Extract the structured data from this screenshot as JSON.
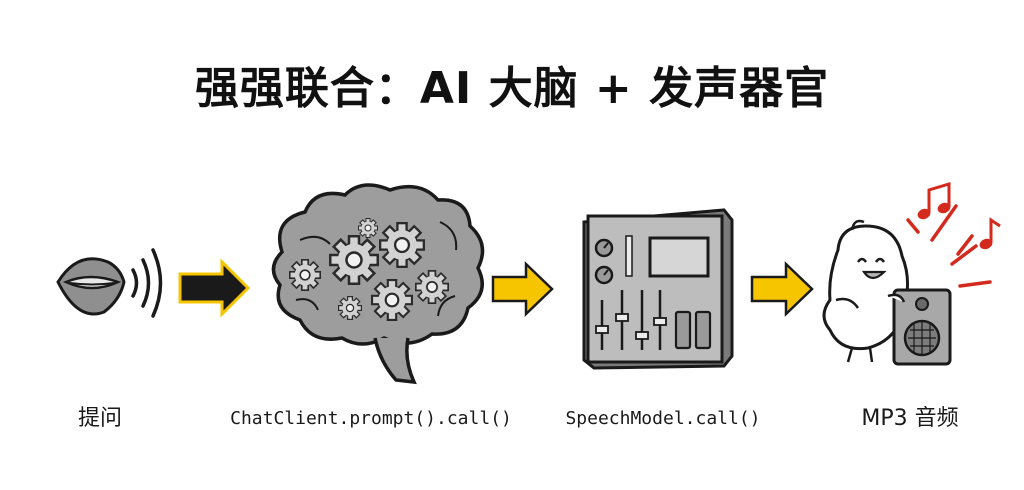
{
  "title": "强强联合：AI 大脑 + 发声器官",
  "steps": [
    {
      "label": "提问",
      "icon": "mouth-sound-icon"
    },
    {
      "label": "ChatClient.prompt().call()",
      "icon": "brain-gears-icon"
    },
    {
      "label": "SpeechModel.call()",
      "icon": "audio-mixer-icon"
    },
    {
      "label": "MP3 音频",
      "icon": "singing-bird-speaker-icon"
    }
  ],
  "colors": {
    "arrow_fill": "#f6c500",
    "arrow_shadow": "#1a1a1a",
    "brain": "#9b9b9b",
    "gear": "#c9c9c9",
    "mixer": "#b8b8b8",
    "note_red": "#d42a1e"
  }
}
